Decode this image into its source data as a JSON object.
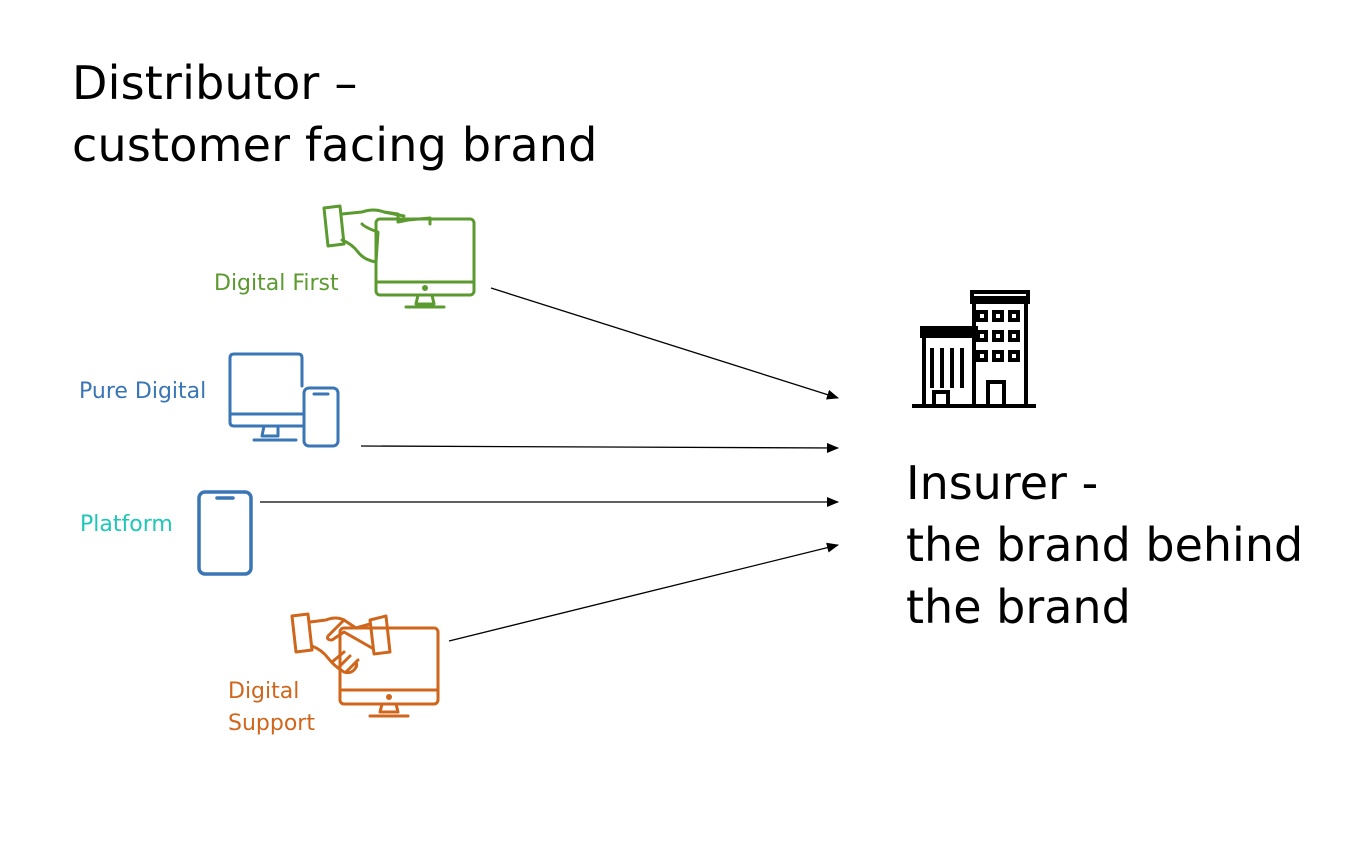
{
  "title": {
    "line1": "Distributor –",
    "line2": "customer facing brand"
  },
  "channels": [
    {
      "id": "digital-first",
      "label": "Digital First",
      "color": "#5b9a2f"
    },
    {
      "id": "pure-digital",
      "label": "Pure Digital",
      "color": "#3a76b5"
    },
    {
      "id": "platform",
      "label": "Platform",
      "color": "#1fc7b6"
    },
    {
      "id": "digital-support",
      "label_line1": "Digital",
      "label_line2": "Support",
      "color": "#d0661b"
    }
  ],
  "insurer": {
    "line1": "Insurer -",
    "line2": "the brand behind",
    "line3": "the brand"
  },
  "icons": {
    "digital_first": "handshake-monitor-icon",
    "pure_digital": "monitor-phone-icon",
    "platform": "smartphone-icon",
    "digital_support": "handshake-monitor-icon",
    "insurer": "office-building-icon"
  }
}
